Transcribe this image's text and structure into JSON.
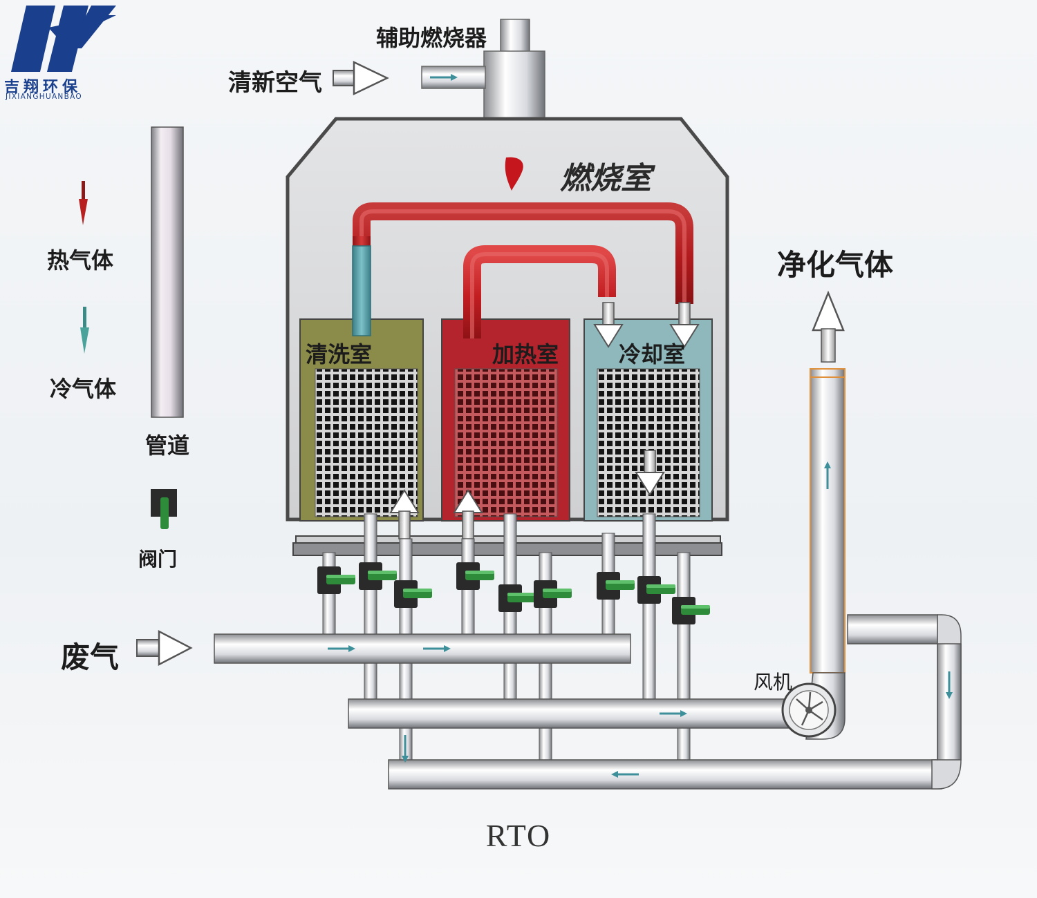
{
  "brand": {
    "name_cn": "吉翔环保",
    "name_en": "JIXIANGHUANBAO",
    "logo_color": "#1a3f8c"
  },
  "labels": {
    "aux_burner": "辅助燃烧器",
    "fresh_air": "清新空气",
    "combustion_chamber": "燃烧室",
    "purified_gas": "净化气体",
    "cleaning_chamber": "清洗室",
    "heating_chamber": "加热室",
    "cooling_chamber": "冷却室",
    "waste_gas": "废气",
    "fan": "风机",
    "caption": "RTO"
  },
  "legend": {
    "hot_gas": "热气体",
    "cold_gas": "冷气体",
    "pipe": "管道",
    "valve": "阀门"
  },
  "colors": {
    "hot": "#c62828",
    "cold": "#4e9aa6",
    "valve_green": "#2e8b3a",
    "cleaning_chamber": "#8b8c4a",
    "heating_chamber": "#b3242c",
    "cooling_chamber": "#8fb8bc",
    "shell": "#d5d6d8"
  }
}
